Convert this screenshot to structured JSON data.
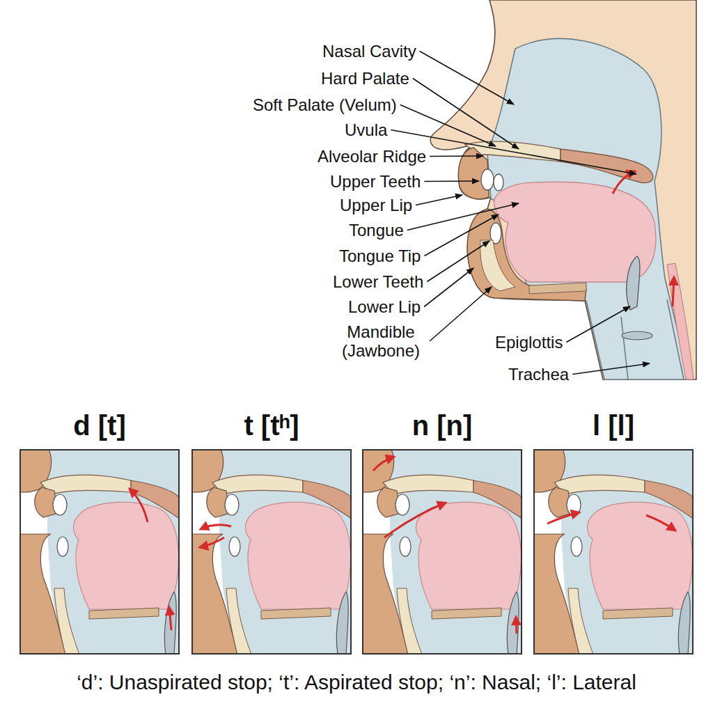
{
  "diagram": {
    "caption": "‘d’: Unaspirated stop; ‘t’: Aspirated stop; ‘n’: Nasal; ‘l’: Lateral",
    "nodes": [
      {
        "text": [
          "d [t]"
        ]
      },
      {
        "text": [
          "t [tʰ]"
        ]
      },
      {
        "text": [
          "n [n]"
        ]
      },
      {
        "text": [
          "l [l]"
        ]
      }
    ],
    "labels": [
      "Nasal Cavity",
      "Hard Palate",
      "Soft Palate (Velum)",
      "Uvula",
      "Alveolar Ridge",
      "Upper Teeth",
      "Upper Lip",
      "Tongue",
      "Tongue Tip",
      "Lower Teeth",
      "Lower Lip",
      "Mandible (Jawbone)",
      "Epiglottis",
      "Trachea"
    ]
  }
}
